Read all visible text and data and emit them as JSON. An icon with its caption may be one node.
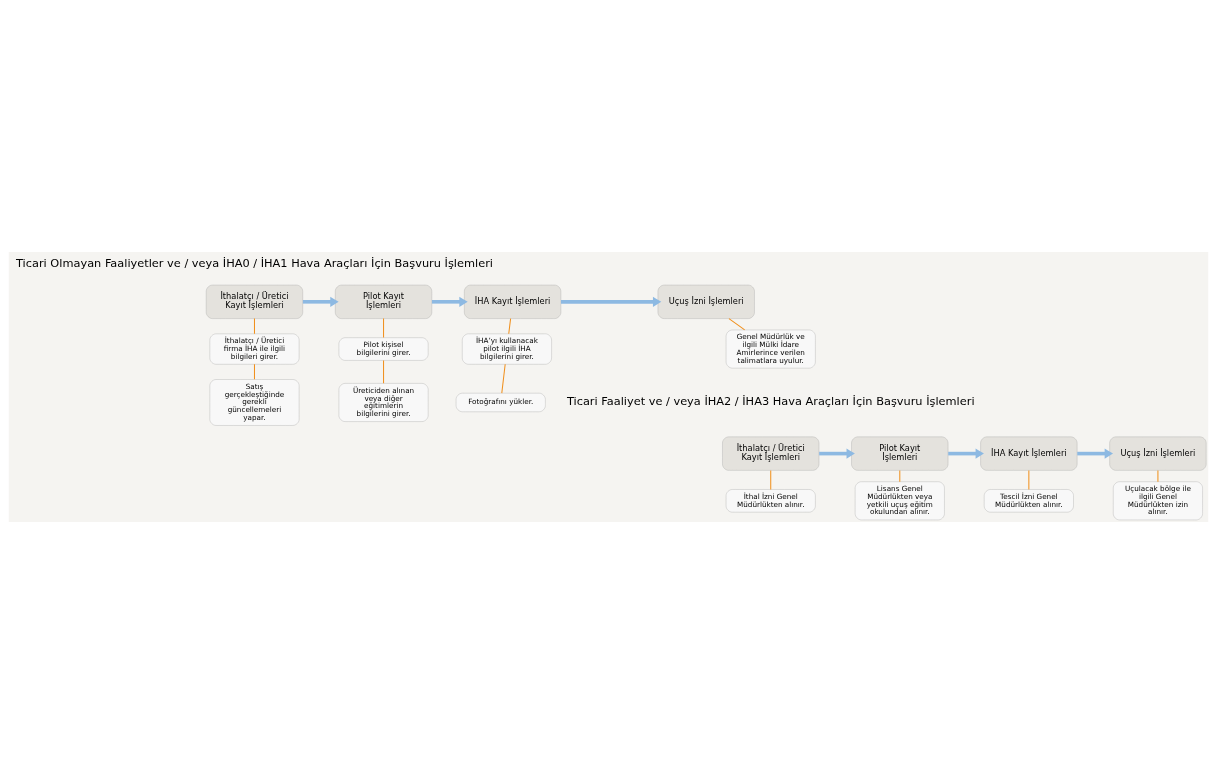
{
  "diagram": {
    "nodes": [
      {
        "text": [
          "İthalatçı / Üretici Kayıt İşlemleri"
        ]
      },
      {
        "text": [
          "Pilot Kayıt İşlemleri"
        ]
      },
      {
        "text": [
          "İHA Kayıt İşlemleri"
        ]
      },
      {
        "text": [
          "Uçuş İzni İşlemleri"
        ]
      },
      {
        "text": [
          "İthalatçı / Üretici firma İHA ile ilgili bilgileri girer."
        ]
      },
      {
        "text": [
          "Satış gerçekleştiğinde gerekli güncellemeleri yapar."
        ]
      },
      {
        "text": [
          "Pilot kişisel bilgilerini girer."
        ]
      },
      {
        "text": [
          "Üreticiden alınan veya diğer eğitimlerin bilgilerini girer."
        ]
      },
      {
        "text": [
          "İHA’yı kullanacak pilot ilgili İHA bilgilerini girer."
        ]
      },
      {
        "text": [
          "Fotoğrafını yükler."
        ]
      },
      {
        "text": [
          "Genel Müdürlük ve ilgili Mülki İdare Amirlerince verilen talimatlara uyulur."
        ]
      },
      {
        "text": [
          "İthalatçı / Üretici Kayıt İşlemleri"
        ]
      },
      {
        "text": [
          "Pilot Kayıt İşlemleri"
        ]
      },
      {
        "text": [
          "İHA Kayıt İşlemleri"
        ]
      },
      {
        "text": [
          "Uçuş İzni İşlemleri"
        ]
      },
      {
        "text": [
          "İthal İzni Genel Müdürlükten alınır."
        ]
      },
      {
        "text": [
          "Lisans Genel Müdürlükten veya yetkili uçuş eğitim okulundan alınır."
        ]
      },
      {
        "text": [
          "Tescil İzni Genel Müdürlükten alınır."
        ]
      },
      {
        "text": [
          "Uçulacak bölge ile ilgili Genel Müdürlükten izin alınır."
        ]
      }
    ],
    "edges": [
      {
        "from": 0,
        "to": 1,
        "arrow": "to",
        "style": "thick",
        "color": "#8db9e2"
      },
      {
        "from": 1,
        "to": 2,
        "arrow": "to",
        "style": "thick",
        "color": "#8db9e2"
      },
      {
        "from": 2,
        "to": 3,
        "arrow": "to",
        "style": "thick",
        "color": "#8db9e2"
      },
      {
        "from": 0,
        "to": 4,
        "arrow": "none"
      },
      {
        "from": 4,
        "to": 5,
        "arrow": "none"
      },
      {
        "from": 1,
        "to": 6,
        "arrow": "none"
      },
      {
        "from": 6,
        "to": 7,
        "arrow": "none"
      },
      {
        "from": 2,
        "to": 8,
        "arrow": "none"
      },
      {
        "from": 8,
        "to": 9,
        "arrow": "none"
      },
      {
        "from": 3,
        "to": 10,
        "arrow": "none"
      },
      {
        "from": 11,
        "to": 12,
        "arrow": "to",
        "style": "thick",
        "color": "#8db9e2"
      },
      {
        "from": 12,
        "to": 13,
        "arrow": "to",
        "style": "thick",
        "color": "#8db9e2"
      },
      {
        "from": 13,
        "to": 14,
        "arrow": "to",
        "style": "thick",
        "color": "#8db9e2"
      },
      {
        "from": 11,
        "to": 15,
        "arrow": "none"
      },
      {
        "from": 12,
        "to": 16,
        "arrow": "none"
      },
      {
        "from": 13,
        "to": 17,
        "arrow": "none"
      },
      {
        "from": 14,
        "to": 18,
        "arrow": "none"
      }
    ],
    "labels": [
      "Ticari Olmayan Faaliyetler ve / veya İHA0 / İHA1 Hava Araçları İçin Başvuru İşlemleri",
      "Ticari Faaliyet ve / veya İHA2 / İHA3 Hava Araçları İçin Başvuru İşlemleri"
    ]
  }
}
